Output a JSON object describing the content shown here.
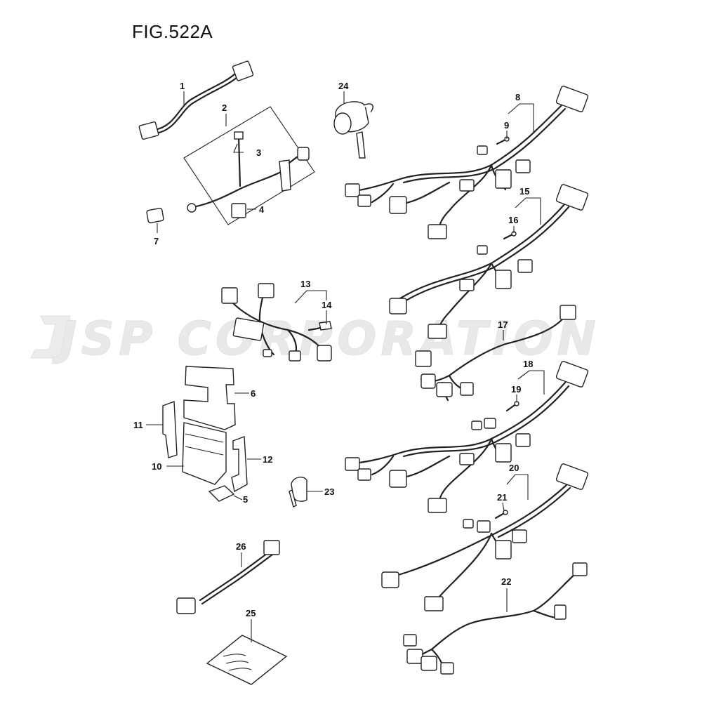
{
  "figure": {
    "title": "FIG.522A"
  },
  "watermark": {
    "text": "JSP CORPORATION"
  },
  "callouts": [
    "1",
    "2",
    "3",
    "4",
    "5",
    "6",
    "7",
    "8",
    "9",
    "10",
    "11",
    "12",
    "13",
    "14",
    "15",
    "16",
    "17",
    "18",
    "19",
    "20",
    "21",
    "22",
    "23",
    "24",
    "25",
    "26"
  ]
}
